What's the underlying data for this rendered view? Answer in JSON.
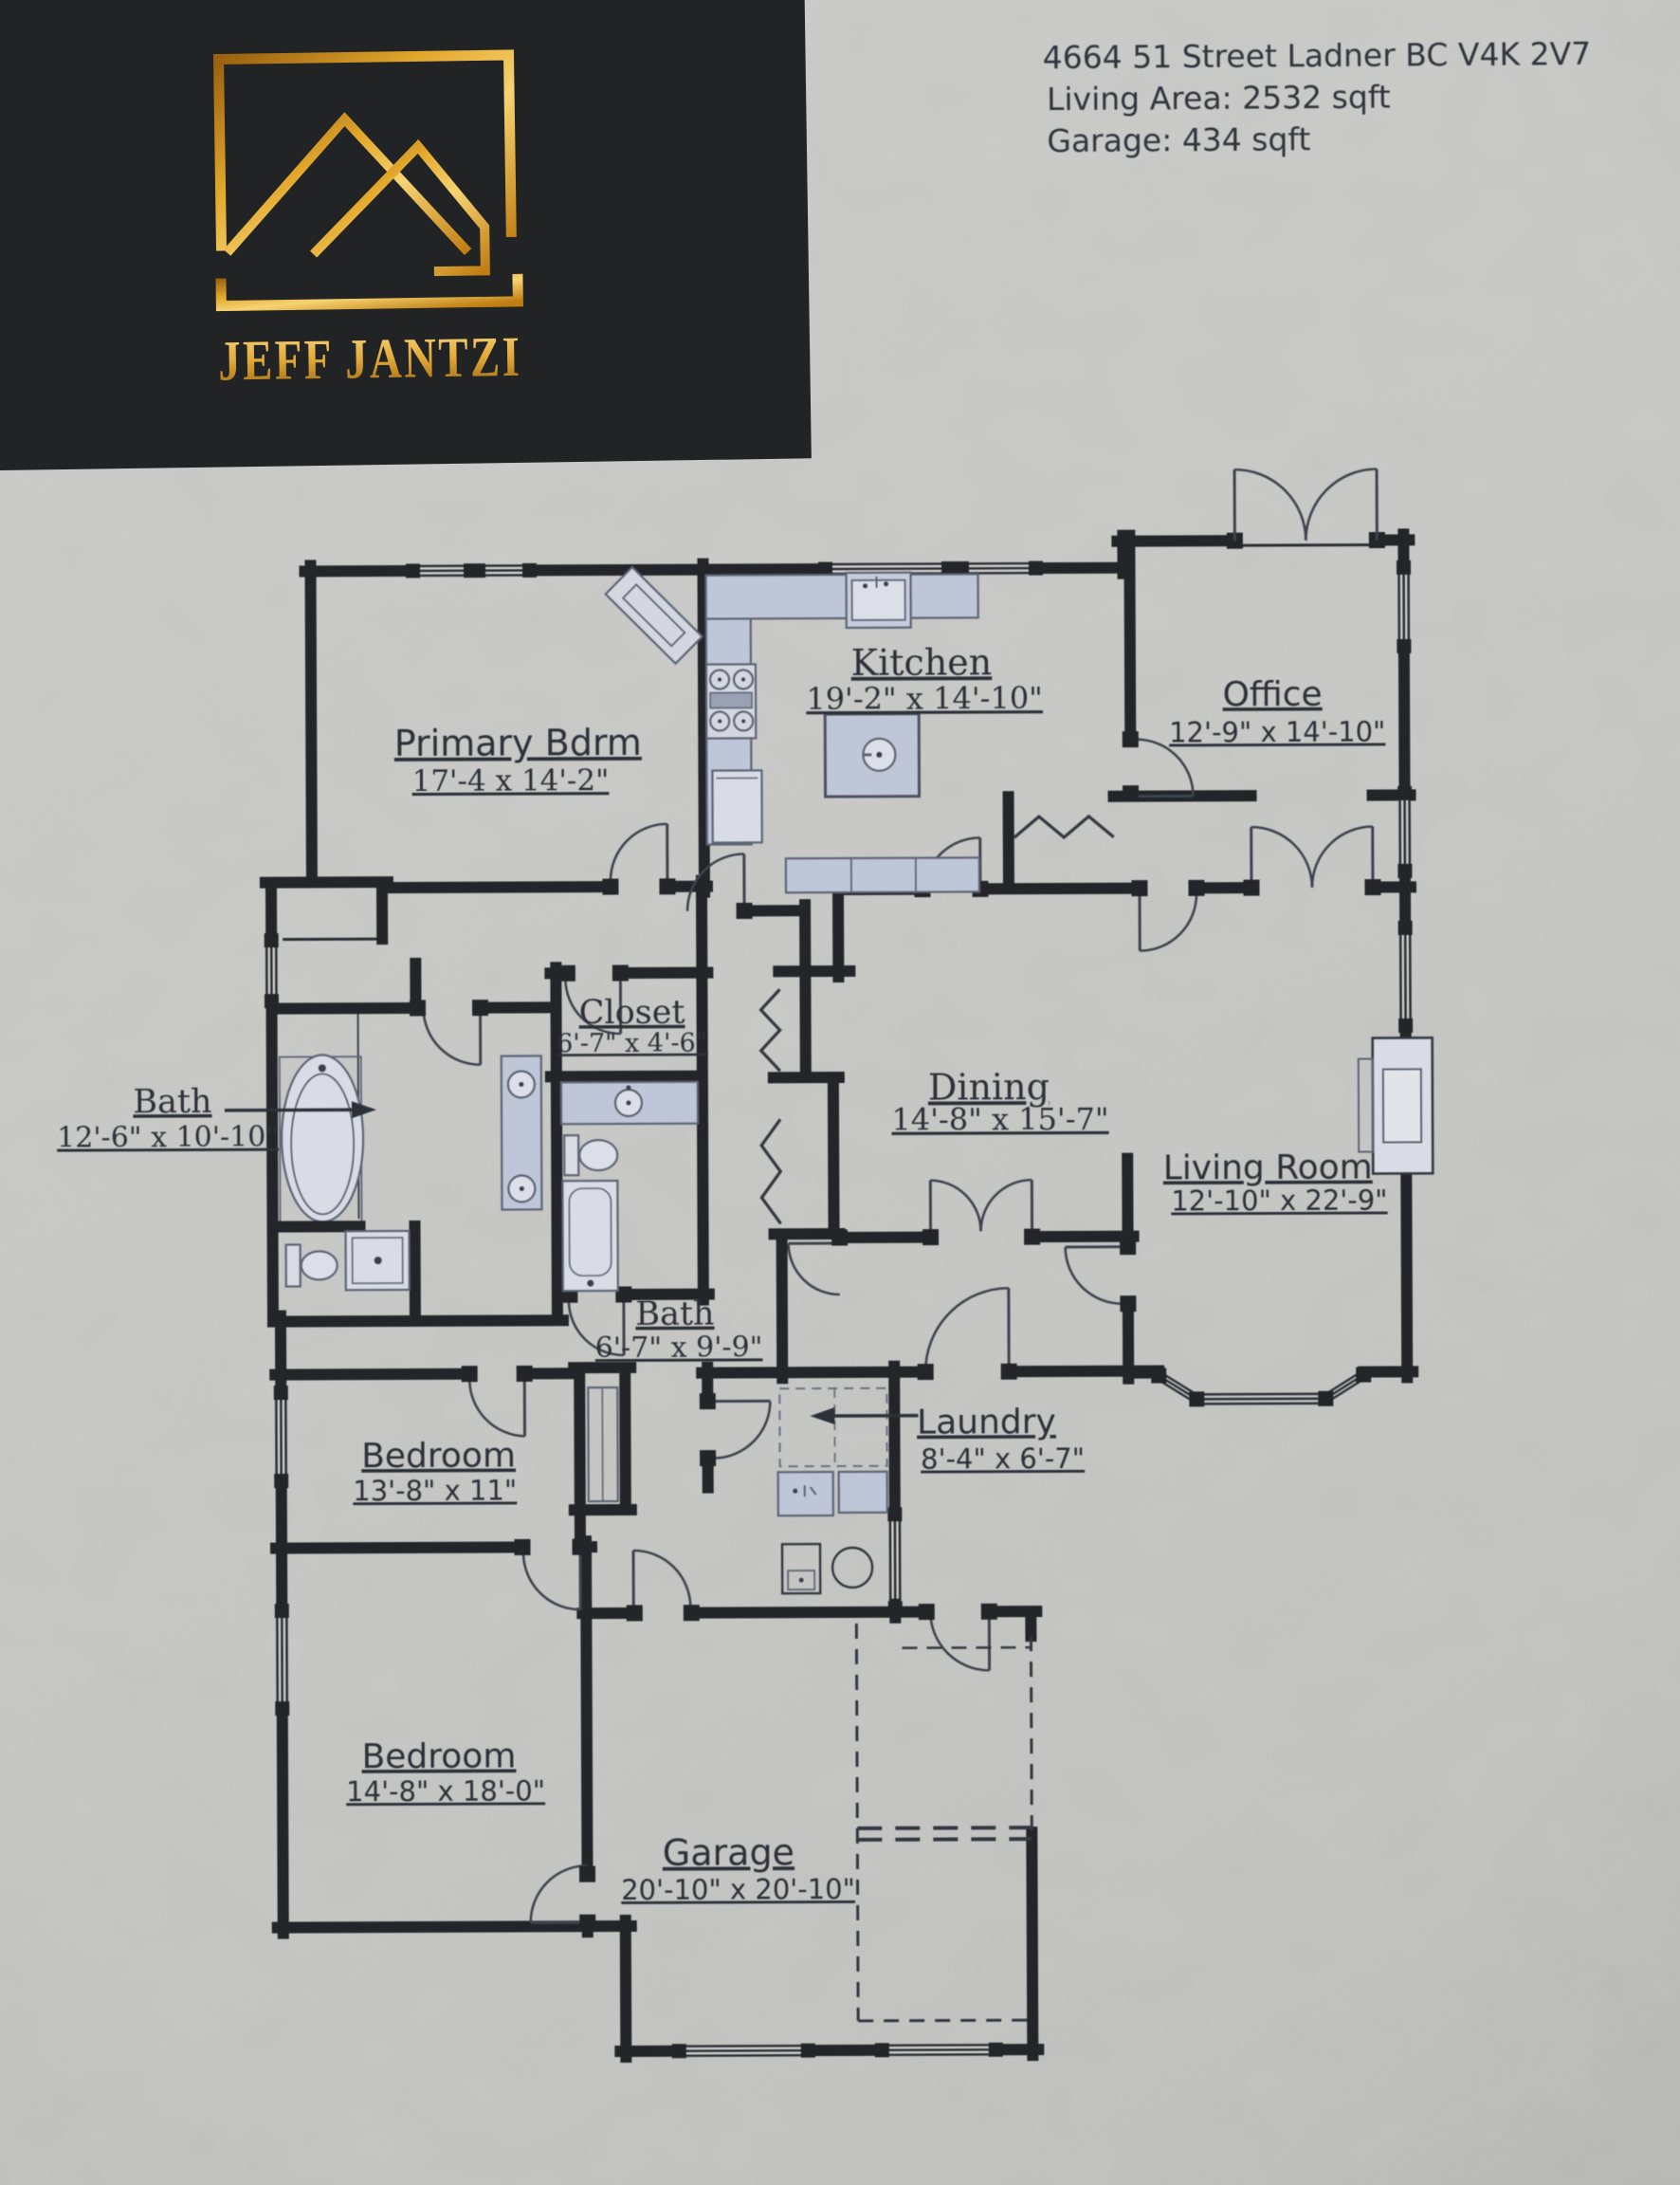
{
  "photo": {
    "paper_color": "#d2d2d0",
    "ink_color": "#1e2024",
    "fixture_color": "#c6ccda"
  },
  "header": {
    "address": "4664 51 Street Ladner BC V4K 2V7",
    "living_area": "Living Area: 2532 sqft",
    "garage_area": "Garage: 434 sqft"
  },
  "brand": {
    "agent_name": "Jeff Jantzi",
    "logo_colors": {
      "gold_light": "#f3cc6a",
      "gold_dark": "#8a5a10",
      "card_black": "#222426"
    }
  },
  "rooms": [
    {
      "id": "primary_bdrm",
      "name": "Primary Bdrm",
      "dims": "17'-4 x 14'-2\""
    },
    {
      "id": "kitchen",
      "name": "Kitchen",
      "dims": "19'-2\" x 14'-10\""
    },
    {
      "id": "office",
      "name": "Office",
      "dims": "12'-9\" x 14'-10\""
    },
    {
      "id": "closet",
      "name": "Closet",
      "dims": "6'-7\" x 4'-6\""
    },
    {
      "id": "bath_ensuite",
      "name": "Bath",
      "dims": "12'-6\" x 10'-10\""
    },
    {
      "id": "dining",
      "name": "Dining",
      "dims": "14'-8\" x 15'-7\""
    },
    {
      "id": "living_room",
      "name": "Living Room",
      "dims": "12'-10\" x 22'-9\""
    },
    {
      "id": "bath_hall",
      "name": "Bath",
      "dims": "6'-7\" x 9'-9\""
    },
    {
      "id": "bedroom_1",
      "name": "Bedroom",
      "dims": "13'-8\" x 11\""
    },
    {
      "id": "laundry",
      "name": "Laundry",
      "dims": "8'-4\" x 6'-7\""
    },
    {
      "id": "bedroom_2",
      "name": "Bedroom",
      "dims": "14'-8\" x 18'-0\""
    },
    {
      "id": "garage",
      "name": "Garage",
      "dims": "20'-10\" x 20'-10\""
    }
  ]
}
